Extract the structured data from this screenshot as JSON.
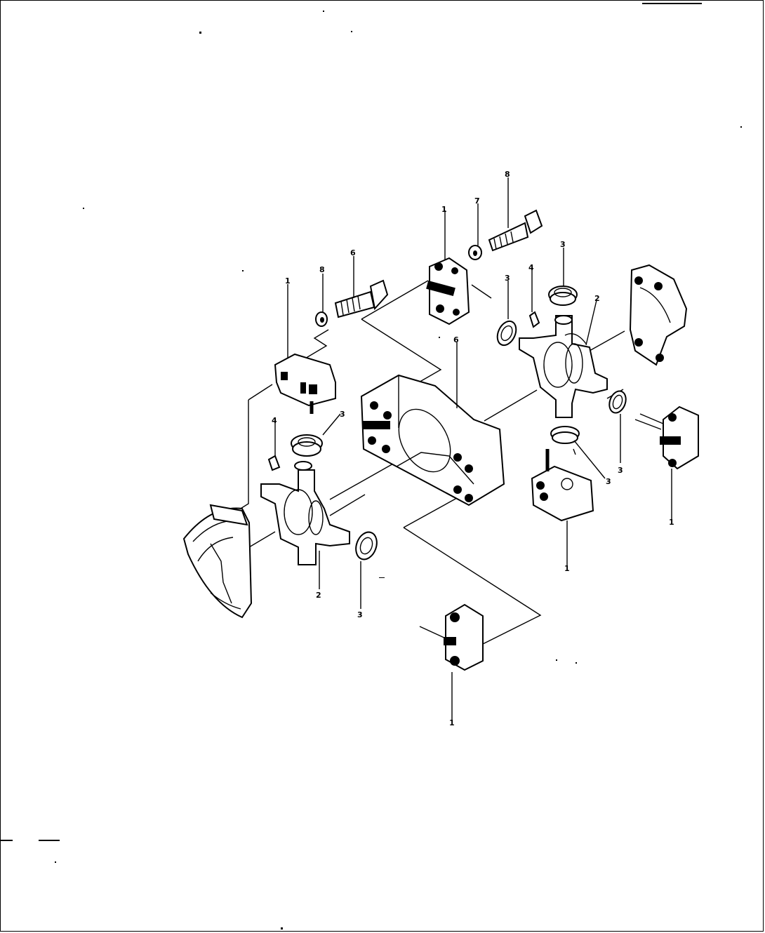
{
  "diagram": {
    "labels": [
      {
        "id": "callout-1-top-left-clamp",
        "text": "1"
      },
      {
        "id": "callout-8-left-washer",
        "text": "8"
      },
      {
        "id": "callout-6-left-bolt",
        "text": "6"
      },
      {
        "id": "callout-1-top-clamp",
        "text": "1"
      },
      {
        "id": "callout-7-washer",
        "text": "7"
      },
      {
        "id": "callout-8-right-bolt",
        "text": "8"
      },
      {
        "id": "callout-3-right-upper-bearing",
        "text": "3"
      },
      {
        "id": "callout-3-right-left-bearing",
        "text": "3"
      },
      {
        "id": "callout-4-right-fitting",
        "text": "4"
      },
      {
        "id": "callout-2-right-spider",
        "text": "2"
      },
      {
        "id": "callout-6-center-yoke",
        "text": "6"
      },
      {
        "id": "callout-4-left-fitting",
        "text": "4"
      },
      {
        "id": "callout-3-left-upper-bearing",
        "text": "3"
      },
      {
        "id": "callout-2-left-spider",
        "text": "2"
      },
      {
        "id": "callout-3-left-lower-bearing",
        "text": "3"
      },
      {
        "id": "callout-3-right-side-bearing",
        "text": "3"
      },
      {
        "id": "callout-3-right-lower-bearing",
        "text": "3"
      },
      {
        "id": "callout-1-right-clamp",
        "text": "1"
      },
      {
        "id": "callout-1-lower-clamp",
        "text": "1"
      },
      {
        "id": "callout-1-bottom-clamp",
        "text": "1"
      }
    ]
  }
}
